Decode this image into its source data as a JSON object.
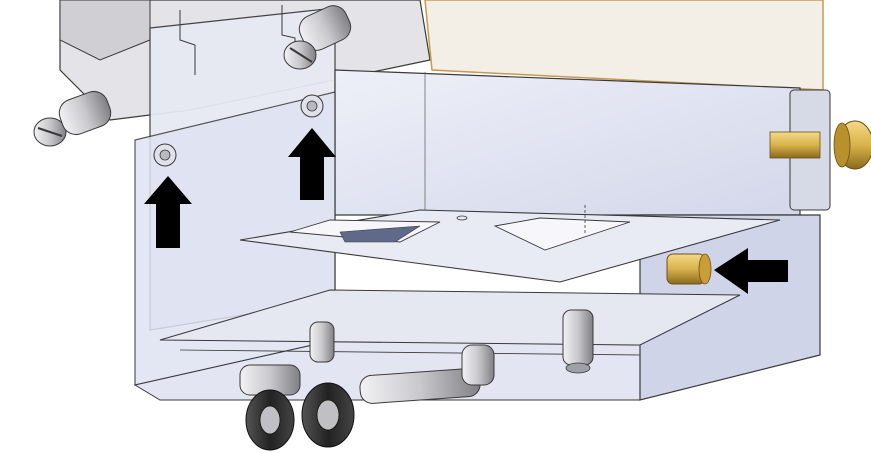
{
  "figure": {
    "kind": "cad-assembly-render",
    "parts": [
      "upper-housing",
      "bracket-plate",
      "clear-enclosure",
      "inner-tray",
      "lower-plate",
      "knurled-thumb-screw",
      "brass-bushing",
      "slotted-screw",
      "mounting-screw-left",
      "mounting-screw-right",
      "standoff",
      "wheel-assembly",
      "hinge-pin"
    ],
    "arrows": [
      {
        "id": "arrow-up-left",
        "direction": "up",
        "points_to": "mounting-screw-left"
      },
      {
        "id": "arrow-up-right",
        "direction": "up",
        "points_to": "mounting-screw-right"
      },
      {
        "id": "arrow-left",
        "direction": "left",
        "points_to": "brass-bushing"
      }
    ],
    "colors": {
      "background": "#ffffff",
      "outline": "#3a3a3a",
      "clear_panel": "#dfe3f2",
      "metal_light": "#d9d9dc",
      "metal_dark": "#8c8c90",
      "brass": "#d9b24a",
      "wood_top": "#f3eee6",
      "arrow": "#000000"
    }
  }
}
